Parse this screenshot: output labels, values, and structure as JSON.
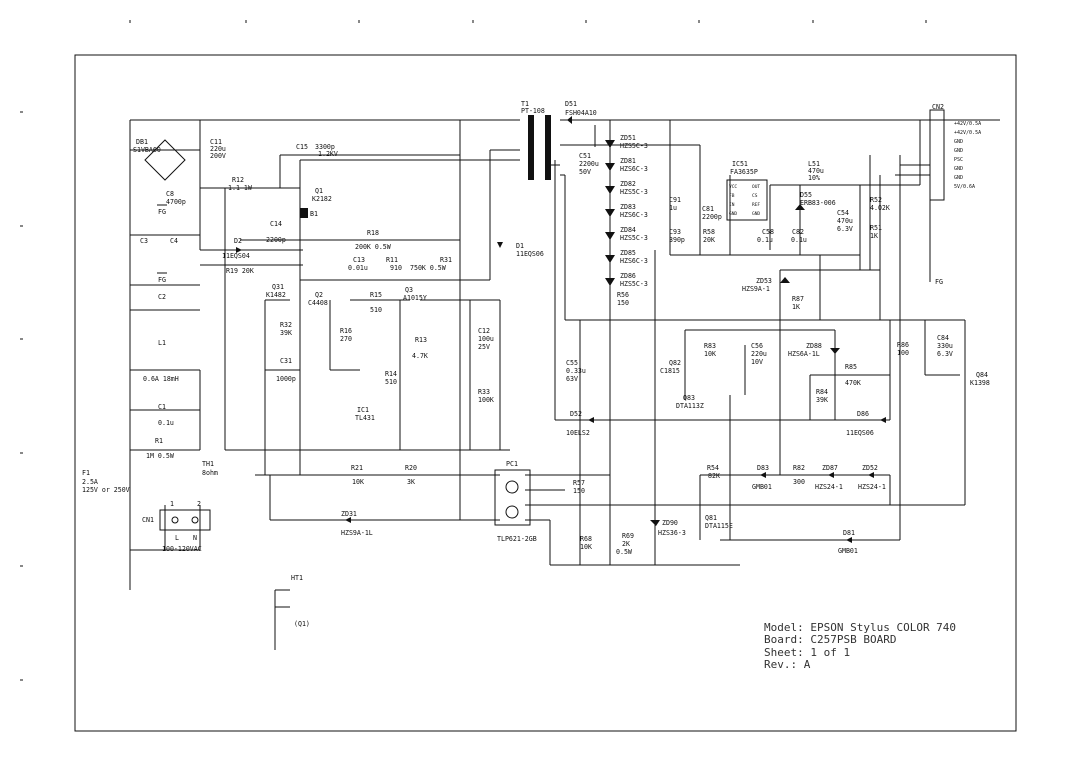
{
  "labels": {
    "db1": "DB1",
    "db1_val": "S1VBA60",
    "c11": "C11",
    "c11_v1": "220u",
    "c11_v2": "200V",
    "c15": "C15",
    "c15_v1": "3300p",
    "c15_v2": "1.2KV",
    "t1": "T1",
    "t1_val": "PT-108",
    "d51": "D51",
    "d51_val": "FSH04A10",
    "cn2": "CN2",
    "cn2_p1": "+42V/0.5A",
    "cn2_p2": "+42V/0.5A",
    "cn2_p3": "GND",
    "cn2_p4": "GND",
    "cn2_p5": "PSC",
    "cn2_p6": "GND",
    "cn2_p7": "GND",
    "cn2_p8": "5V/0.6A",
    "zd51": "ZD51",
    "zd51_val": "HZS5C-3",
    "zd81": "ZD81",
    "zd81_val": "HZS6C-3",
    "zd82": "ZD82",
    "zd82_val": "HZS5C-3",
    "zd83": "ZD83",
    "zd83_val": "HZS6C-3",
    "zd84": "ZD84",
    "zd84_val": "HZS5C-3",
    "zd85": "ZD85",
    "zd85_val": "HZS6C-3",
    "zd86": "ZD86",
    "zd86_val": "HZS5C-3",
    "c51": "C51",
    "c51_v1": "2200u",
    "c51_v2": "50V",
    "ic51": "IC51",
    "ic51_val": "FA3635P",
    "ic51_p1": "VCC",
    "ic51_p2": "FB",
    "ic51_p3": "IN",
    "ic51_p4": "GND",
    "ic51_p5": "OUT",
    "ic51_p6": "CS",
    "ic51_p7": "REF",
    "ic51_p8": "GND",
    "l51": "L51",
    "l51_v1": "470u",
    "l51_v2": "10%",
    "d55": "D55",
    "d55_val": "ERB83-006",
    "c54": "C54",
    "c54_v1": "470u",
    "c54_v2": "6.3V",
    "r52": "R52",
    "r52_val": "4.02K",
    "r51": "R51",
    "r51_val": "1K",
    "c91": "C91",
    "c91_val": "1u",
    "c81": "C81",
    "c81_val": "2200p",
    "c93": "C93",
    "c93_val": "390p",
    "r58": "R58",
    "r58_val": "20K",
    "c58": "C58",
    "c58_val": "0.1u",
    "c82": "C82",
    "c82_val": "0.1u",
    "fg": "FG",
    "r12": "R12",
    "r12_val": "1.1 1W",
    "q1": "Q1",
    "q1_val": "K2182",
    "b1": "B1",
    "c8": "C8",
    "c8_val": "4700p",
    "c14": "C14",
    "c14_val": "2200p",
    "r18": "R18",
    "r18_val": "200K 0.5W",
    "d2": "D2",
    "d2_val": "11EQS04",
    "r19": "R19 20K",
    "c13": "C13",
    "c13_val": "0.01u",
    "r11": "R11",
    "r11_val": "910",
    "r31": "R31",
    "r31_val": "750K 0.5W",
    "d1": "D1",
    "d1_val": "11EQS06",
    "c3": "C3",
    "c4": "C4",
    "c2": "C2",
    "q31": "Q31",
    "q31_val": "K1482",
    "q2": "Q2",
    "q2_val": "C4408",
    "r15": "R15",
    "r15_val": "510",
    "q3": "Q3",
    "q3_val": "A1015Y",
    "r56": "R56",
    "r56_val": "150",
    "zd53": "ZD53",
    "zd53_val": "HZS9A-1",
    "r87": "R87",
    "r87_val": "1K",
    "r32": "R32",
    "r32_val": "39K",
    "r16": "R16",
    "r16_val": "270",
    "r13": "R13",
    "r13_val": "4.7K",
    "c12": "C12",
    "c12_v1": "100u",
    "c12_v2": "25V",
    "c31": "C31",
    "c31_val": "1000p",
    "l1": "L1",
    "l1_val": "0.6A 18mH",
    "r14": "R14",
    "r14_val": "510",
    "r33": "R33",
    "r33_val": "100K",
    "c55": "C55",
    "c55_v1": "0.33u",
    "c55_v2": "63V",
    "q82": "Q82",
    "q82_val": "C1815",
    "r83": "R83",
    "r83_val": "10K",
    "c56": "C56",
    "c56_v1": "220u",
    "c56_v2": "10V",
    "zd88": "ZD88",
    "zd88_val": "HZS6A-1L",
    "r86": "R86",
    "r86_val": "100",
    "c84": "C84",
    "c84_v1": "330u",
    "c84_v2": "6.3V",
    "r85": "R85",
    "r85_val": "470K",
    "q84": "Q84",
    "q84_val": "K1398",
    "q83": "Q83",
    "q83_val": "DTA113Z",
    "r84": "R84",
    "r84_val": "39K",
    "c1": "C1",
    "c1_val": "0.1u",
    "ic1": "IC1",
    "ic1_val": "TL431",
    "d52": "D52",
    "d52_val": "10ELS2",
    "d86": "D86",
    "d86_val": "11EQS06",
    "r1": "R1",
    "r1_val": "1M 0.5W",
    "th1": "TH1",
    "th1_val": "8ohm",
    "r21": "R21",
    "r21_val": "10K",
    "r20": "R20",
    "r20_val": "3K",
    "pc1": "PC1",
    "pc1_val": "TLP621-2GB",
    "r57": "R57",
    "r57_val": "150",
    "r54": "R54",
    "r54_val": "82K",
    "d83": "D83",
    "d83_val": "GMB01",
    "r82": "R82",
    "r82_val": "300",
    "zd87": "ZD87",
    "zd87_val": "HZS24-1",
    "zd52": "ZD52",
    "zd52_val": "HZS24-1",
    "f1": "F1",
    "f1_v1": "2.5A",
    "f1_v2": "125V or 250V",
    "cn1": "CN1",
    "cn1_l": "L",
    "cn1_n": "N",
    "cn1_val": "100-120VAC",
    "zd31": "ZD31",
    "zd31_val": "HZS9A-1L",
    "r68": "R68",
    "r68_val": "10K",
    "r69": "R69",
    "r69_v1": "2K",
    "r69_v2": "0.5W",
    "zd90": "ZD90",
    "zd90_val": "HZS36-3",
    "q81": "Q81",
    "q81_val": "DTA115E",
    "d81": "D81",
    "d81_val": "GMB01",
    "ht1": "HT1",
    "q1b": "(Q1)"
  },
  "title_block": {
    "model": "Model: EPSON Stylus COLOR 740",
    "board": "Board: C257PSB BOARD",
    "sheet": "Sheet: 1 of 1",
    "rev": "Rev.:  A"
  }
}
